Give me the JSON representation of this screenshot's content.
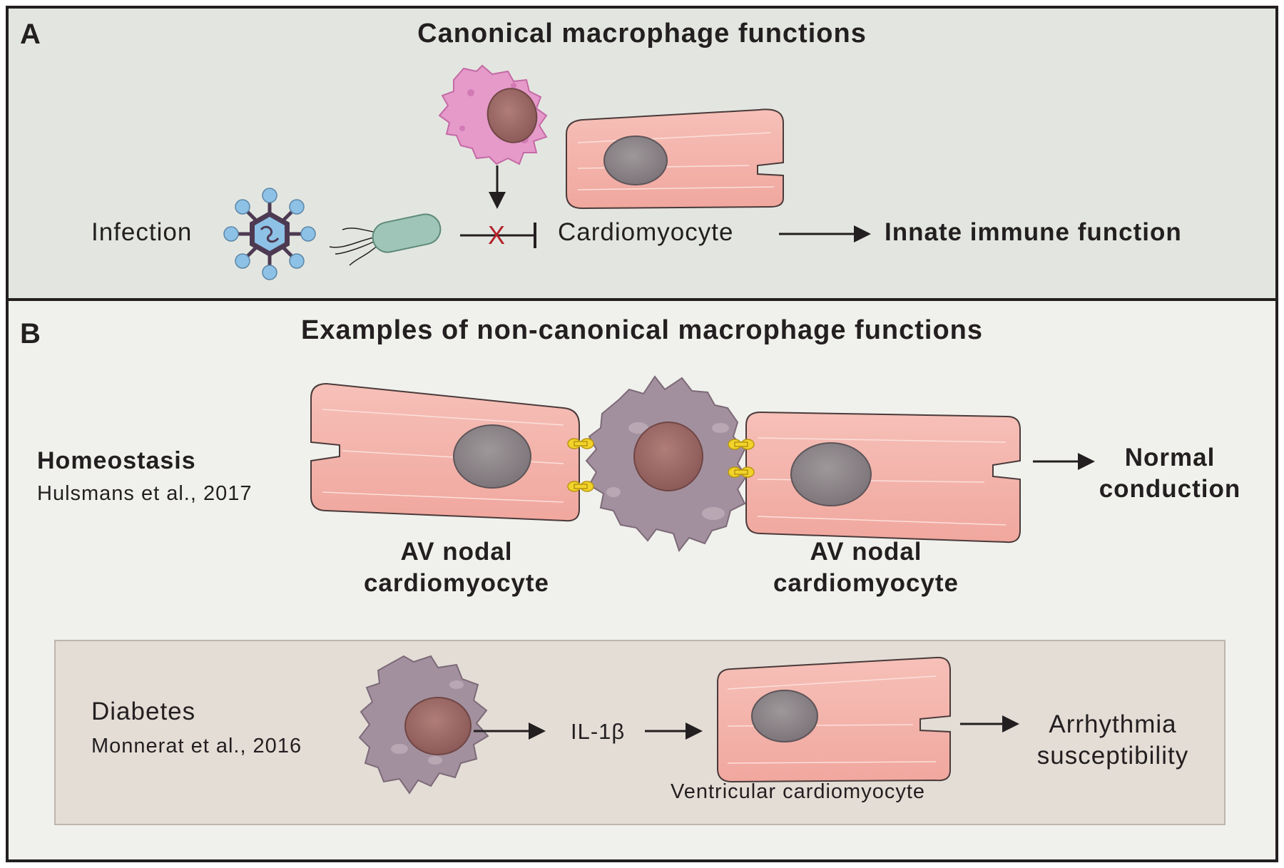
{
  "panel_a": {
    "letter": "A",
    "title": "Canonical macrophage functions",
    "infection_label": "Infection",
    "cardiomyocyte_label": "Cardiomyocyte",
    "outcome_label": "Innate immune function",
    "colors": {
      "background": "#e3e6e0",
      "macrophage": "#e59ac9",
      "cardiomyocyte": "#f4b3ab",
      "virus": "#8ec1e6",
      "bacterium": "#9fc4b8",
      "block_x": "#b5202a"
    }
  },
  "panel_b": {
    "letter": "B",
    "title": "Examples of non-canonical macrophage functions",
    "homeostasis": {
      "heading": "Homeostasis",
      "citation": "Hulsmans et al., 2017",
      "left_cell_label": "AV nodal\ncardiomyocyte",
      "right_cell_label": "AV nodal\ncardiomyocyte",
      "outcome_label": "Normal\nconduction",
      "colors": {
        "gap_junction": "#f2d32b",
        "macrophage": "#a3909e"
      }
    },
    "diabetes": {
      "heading": "Diabetes",
      "citation": "Monnerat et al., 2016",
      "mediator_label": "IL-1β",
      "cell_label": "Ventricular cardiomyocyte",
      "outcome_label": "Arrhythmia\nsusceptibility",
      "colors": {
        "box": "#e3ddd6"
      }
    },
    "colors": {
      "background": "#f0f1ec"
    }
  }
}
